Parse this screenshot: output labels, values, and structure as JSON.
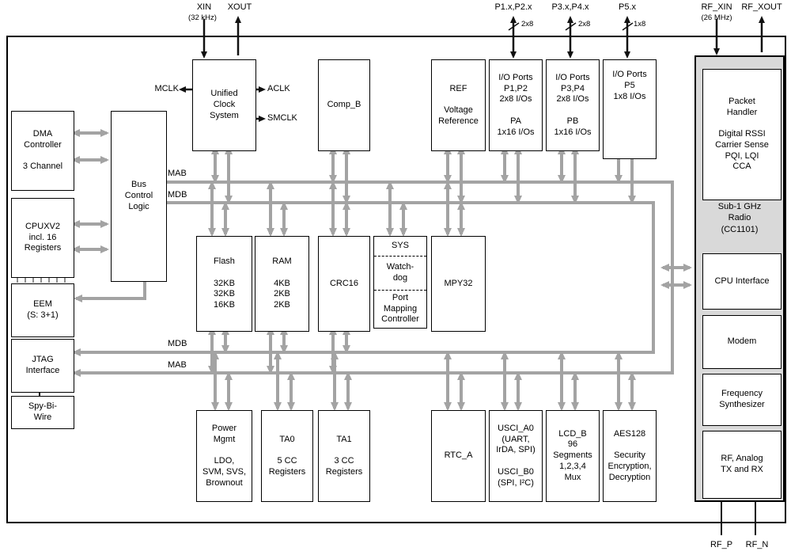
{
  "pins": {
    "xin": "XIN",
    "xin_freq": "(32 kHz)",
    "xout": "XOUT",
    "p12": "P1.x,P2.x",
    "p12_width": "2x8",
    "p34": "P3.x,P4.x",
    "p34_width": "2x8",
    "p5": "P5.x",
    "p5_width": "1x8",
    "rf_xin": "RF_XIN",
    "rf_xin_freq": "(26 MHz)",
    "rf_xout": "RF_XOUT",
    "rf_p": "RF_P",
    "rf_n": "RF_N"
  },
  "clocks": {
    "mclk": "MCLK",
    "aclk": "ACLK",
    "smclk": "SMCLK"
  },
  "buses": {
    "mab_top": "MAB",
    "mdb_top": "MDB",
    "mdb_bottom": "MDB",
    "mab_bottom": "MAB"
  },
  "blocks": {
    "dma": "DMA\nController\n\n3 Channel",
    "cpu": "CPUXV2\nincl. 16\nRegisters",
    "eem": "EEM\n(S: 3+1)",
    "jtag": "JTAG\nInterface",
    "spy_bi_wire": "Spy-Bi-\nWire",
    "bus_control": "Bus\nControl\nLogic",
    "ucs": "Unified\nClock\nSystem",
    "comp_b": "Comp_B",
    "ref": "REF\n\nVoltage\nReference",
    "io_p12": "I/O Ports\nP1,P2\n2x8 I/Os\n\nPA\n1x16 I/Os",
    "io_p34": "I/O Ports\nP3,P4\n2x8 I/Os\n\nPB\n1x16 I/Os",
    "io_p5": "I/O Ports\nP5\n1x8 I/Os",
    "flash": "Flash\n\n32KB\n32KB\n16KB",
    "ram": "RAM\n\n4KB\n2KB\n2KB",
    "crc16": "CRC16",
    "sys_title": "SYS",
    "sys_watchdog": "Watch-\ndog",
    "sys_portmap": "Port\nMapping\nController",
    "mpy32": "MPY32",
    "power": "Power\nMgmt\n\nLDO,\nSVM, SVS,\nBrownout",
    "ta0": "TA0\n\n5 CC\nRegisters",
    "ta1": "TA1\n\n3 CC\nRegisters",
    "rtc": "RTC_A",
    "usci": "USCI_A0\n(UART,\nIrDA, SPI)\n\nUSCI_B0\n(SPI, I²C)",
    "lcd": "LCD_B\n96\nSegments\n1,2,3,4\nMux",
    "aes": "AES128\n\nSecurity\nEncryption,\nDecryption",
    "radio_title": "Sub-1 GHz\nRadio\n(CC1101)",
    "packet_handler": "Packet\nHandler\n\nDigital RSSI\nCarrier Sense\nPQI, LQI\nCCA",
    "cpu_interface": "CPU Interface",
    "modem": "Modem",
    "freq_synth": "Frequency\nSynthesizer",
    "rf_analog": "RF, Analog\nTX and RX"
  },
  "colors": {
    "arrow_gray": "#a3a3a3",
    "radio_bg": "#d9d9d9"
  }
}
